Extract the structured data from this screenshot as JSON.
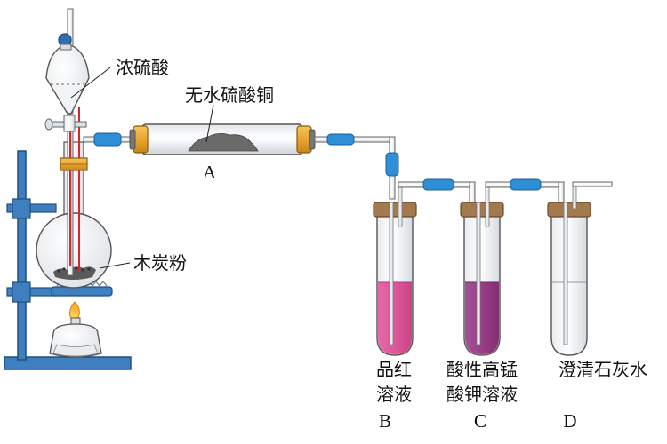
{
  "labels": {
    "conc_sulfuric_acid": "浓硫酸",
    "anhydrous_copper_sulfate": "无水硫酸铜",
    "charcoal_powder": "木炭粉",
    "tube_a": "A",
    "bottle_b_line1": "品红",
    "bottle_b_line2": "溶液",
    "bottle_b_letter": "B",
    "bottle_c_line1": "酸性高锰",
    "bottle_c_line2": "酸钾溶液",
    "bottle_c_letter": "C",
    "bottle_d_line1": "澄清石灰水",
    "bottle_d_letter": "D"
  },
  "colors": {
    "connector_blue": "#2f8fd6",
    "stand_blue": "#3f7fc0",
    "clamp_gold": "#e8a531",
    "stopper_brown": "#a3794e",
    "magenta_solution": "#e0559a",
    "purple_solution": "#9a3d86",
    "clear_solution": "#f4f4f4",
    "acid_red": "#d9262d",
    "flame_orange": "#f7a21b"
  }
}
